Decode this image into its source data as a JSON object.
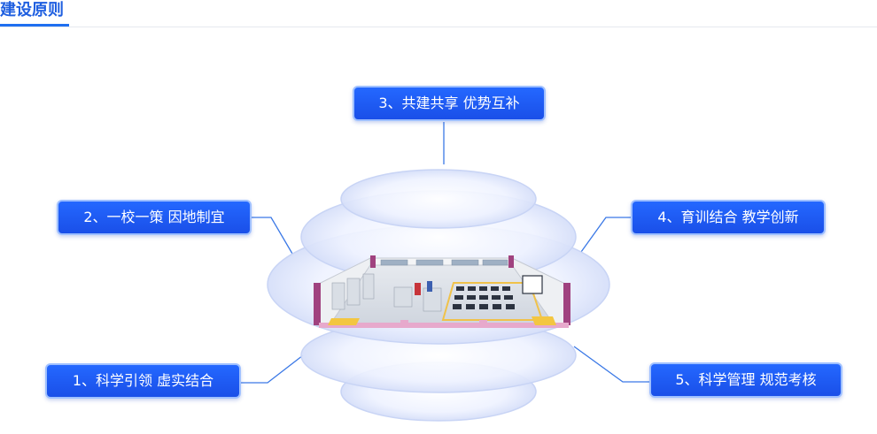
{
  "header": {
    "title": "建设原则"
  },
  "principles": [
    {
      "label": "1、科学引领  虚实结合"
    },
    {
      "label": "2、一校一策  因地制宜"
    },
    {
      "label": "3、共建共享  优势互补"
    },
    {
      "label": "4、育训结合  教学创新"
    },
    {
      "label": "5、科学管理  规范考核"
    }
  ],
  "colors": {
    "accent": "#1f5fe0",
    "badge": "#2060f5",
    "ring": "#cdd8f8",
    "connector": "#3a78e6"
  }
}
